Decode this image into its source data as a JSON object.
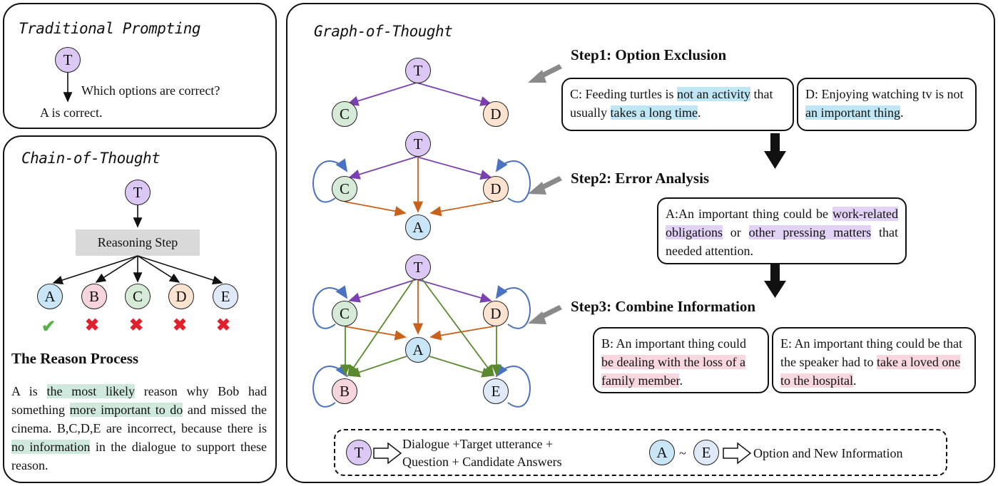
{
  "traditional": {
    "title": "Traditional Prompting",
    "node": "T",
    "question": "Which options are correct?",
    "answer": "A is correct."
  },
  "cot": {
    "title": "Chain-of-Thought",
    "node": "T",
    "reasoning_step": "Reasoning Step",
    "options": [
      "A",
      "B",
      "C",
      "D",
      "E"
    ],
    "marks": [
      "check",
      "x",
      "x",
      "x",
      "x"
    ],
    "reason_title": "The Reason Process",
    "reason": {
      "p1": "A is ",
      "h1": "the most likely",
      "p2": " reason why Bob had something ",
      "h2": "more important to do",
      "p3": " and missed the cinema. B,C,D,E are incorrect, because there is ",
      "h3": "no information",
      "p4": " in the dialogue to support these reason."
    }
  },
  "got": {
    "title": "Graph-of-Thought",
    "nodes": {
      "T": "T",
      "A": "A",
      "B": "B",
      "C": "C",
      "D": "D",
      "E": "E"
    },
    "step1": {
      "label": "Step1: Option Exclusion",
      "boxC": {
        "p1": "C: Feeding turtles is ",
        "h1": "not an activity",
        "p2": " that usually ",
        "h2": "takes a long time",
        "p3": "."
      },
      "boxD": {
        "p1": "D: Enjoying watching tv is not ",
        "h1": "an important thing",
        "p2": "."
      }
    },
    "step2": {
      "label": "Step2: Error Analysis",
      "boxA": {
        "p1": "A:An important thing could be ",
        "h1": "work-related obligations",
        "p2": " or ",
        "h2": "other pressing matters",
        "p3": " that needed attention."
      }
    },
    "step3": {
      "label": "Step3: Combine Information",
      "boxB": {
        "p1": "B: An important thing could ",
        "h1": "be dealing with the loss of a family member",
        "p2": "."
      },
      "boxE": {
        "p1": "E: An important thing could be that the speaker had to ",
        "h1": "take a loved one to the hospital",
        "p2": "."
      }
    },
    "legend": {
      "t_node": "T",
      "t_text": "Dialogue +Target utterance + Question + Candidate Answers",
      "a_node": "A",
      "tilde": "~",
      "e_node": "E",
      "ae_text": "Option and New Information"
    }
  },
  "colors": {
    "purple_edge": "#7a3fb0",
    "orange_edge": "#c8611c",
    "green_edge": "#5b8a2e",
    "blue_loop": "#4a72c0",
    "gray_arrow": "#8a8a8a"
  }
}
